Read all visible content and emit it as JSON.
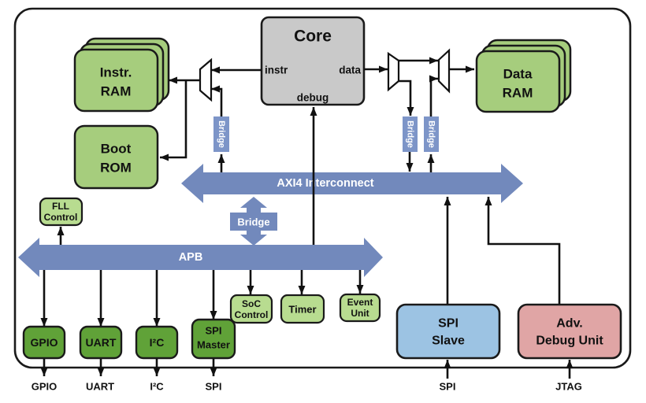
{
  "diagram": {
    "core": {
      "title": "Core",
      "port_instr": "instr",
      "port_data": "data",
      "port_debug": "debug"
    },
    "memories": {
      "instr_ram": [
        "Instr.",
        "RAM"
      ],
      "boot_rom": [
        "Boot",
        "ROM"
      ],
      "data_ram": [
        "Data",
        "RAM"
      ]
    },
    "buses": {
      "axi_label": "AXI4 Interconnect",
      "apb_label": "APB",
      "bridge_label": "Bridge"
    },
    "bridges": {
      "left": "Bridge",
      "data_out": "Bridge",
      "data_in": "Bridge"
    },
    "peripherals": {
      "fll": [
        "FLL",
        "Control"
      ],
      "soc_control": [
        "SoC",
        "Control"
      ],
      "timer": "Timer",
      "event_unit": [
        "Event",
        "Unit"
      ],
      "gpio": "GPIO",
      "uart": "UART",
      "i2c": "I²C",
      "spi_master": [
        "SPI",
        "Master"
      ]
    },
    "blocks": {
      "spi_slave": [
        "SPI",
        "Slave"
      ],
      "adv_debug": [
        "Adv.",
        "Debug Unit"
      ]
    },
    "external_pins": {
      "gpio": "GPIO",
      "uart": "UART",
      "i2c": "I²C",
      "spi": "SPI",
      "spi_slave": "SPI",
      "jtag": "JTAG"
    },
    "colors": {
      "bus_blue": "#7289bc",
      "bridge_blue": "#7d95c8",
      "ram_green": "#a6cd7d",
      "light_green": "#b8dc90",
      "dark_green": "#60a238",
      "core_gray": "#c9c9c9",
      "spi_slave_blue": "#9cc3e3",
      "debug_pink": "#e0a5a5",
      "line_dark": "#1a1a1a",
      "background": "#ffffff"
    }
  }
}
